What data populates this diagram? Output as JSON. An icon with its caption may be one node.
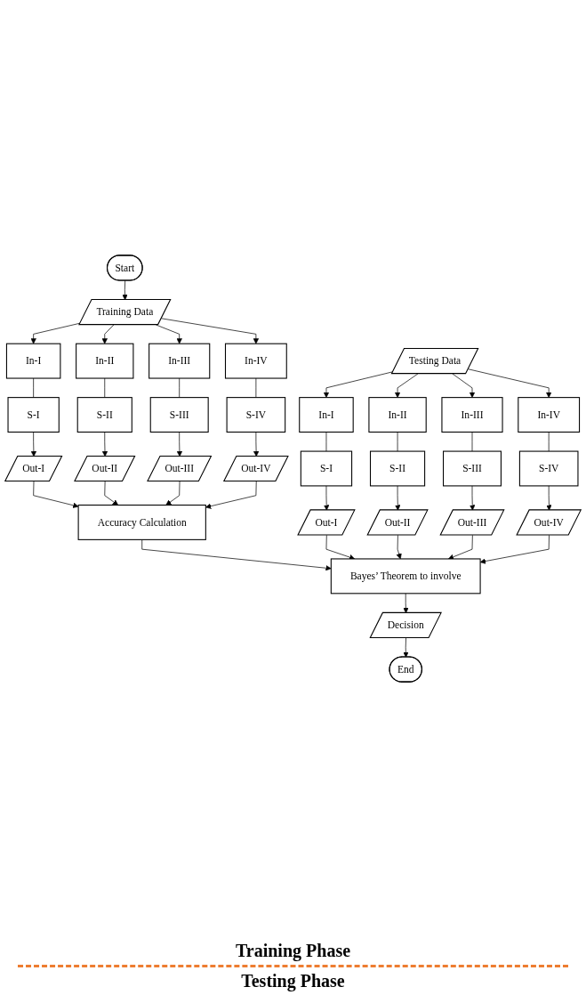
{
  "diagram": {
    "nodes": [
      {
        "text": [
          "Start"
        ]
      },
      {
        "text": [
          "Training Data"
        ]
      },
      {
        "text": [
          "In-I"
        ]
      },
      {
        "text": [
          "In-II"
        ]
      },
      {
        "text": [
          "In-III"
        ]
      },
      {
        "text": [
          "In-IV"
        ]
      },
      {
        "text": [
          "S-I"
        ]
      },
      {
        "text": [
          "S-II"
        ]
      },
      {
        "text": [
          "S-III"
        ]
      },
      {
        "text": [
          "S-IV"
        ]
      },
      {
        "text": [
          "Out-I"
        ]
      },
      {
        "text": [
          "Out-II"
        ]
      },
      {
        "text": [
          "Out-III"
        ]
      },
      {
        "text": [
          "Out-IV"
        ]
      },
      {
        "text": [
          "Accuracy Calculation"
        ]
      },
      {
        "text": [
          "Testing Data"
        ]
      },
      {
        "text": [
          "In-I"
        ]
      },
      {
        "text": [
          "S-I"
        ]
      },
      {
        "text": [
          "Out-I"
        ]
      },
      {
        "text": [
          "In-II"
        ]
      },
      {
        "text": [
          "S-II"
        ]
      },
      {
        "text": [
          "Out-II"
        ]
      },
      {
        "text": [
          "In-III"
        ]
      },
      {
        "text": [
          "S-III"
        ]
      },
      {
        "text": [
          "Out-III"
        ]
      },
      {
        "text": [
          "In-IV"
        ]
      },
      {
        "text": [
          "S-IV"
        ]
      },
      {
        "text": [
          "Out-IV"
        ]
      },
      {
        "text": [
          "Bayes’ Theorem to involve"
        ]
      },
      {
        "text": [
          "Decision"
        ]
      },
      {
        "text": [
          "End"
        ]
      }
    ],
    "edges": [
      {
        "from": 0,
        "to": 1,
        "arrow": "to"
      },
      {
        "from": 1,
        "to": 2,
        "arrow": "to"
      },
      {
        "from": 1,
        "to": 3,
        "arrow": "to"
      },
      {
        "from": 1,
        "to": 4,
        "arrow": "to"
      },
      {
        "from": 1,
        "to": 5,
        "arrow": "to"
      },
      {
        "from": 2,
        "to": 6,
        "arrow": "none"
      },
      {
        "from": 3,
        "to": 7,
        "arrow": "none"
      },
      {
        "from": 4,
        "to": 8,
        "arrow": "none"
      },
      {
        "from": 5,
        "to": 9,
        "arrow": "none"
      },
      {
        "from": 6,
        "to": 10,
        "arrow": "to"
      },
      {
        "from": 7,
        "to": 11,
        "arrow": "to"
      },
      {
        "from": 8,
        "to": 12,
        "arrow": "to"
      },
      {
        "from": 9,
        "to": 13,
        "arrow": "to"
      },
      {
        "from": 10,
        "to": 14,
        "arrow": "to"
      },
      {
        "from": 11,
        "to": 14,
        "arrow": "to"
      },
      {
        "from": 12,
        "to": 14,
        "arrow": "to"
      },
      {
        "from": 13,
        "to": 14,
        "arrow": "to"
      },
      {
        "from": 14,
        "to": 28,
        "arrow": "to"
      },
      {
        "from": 15,
        "to": 16,
        "arrow": "to"
      },
      {
        "from": 15,
        "to": 19,
        "arrow": "to"
      },
      {
        "from": 15,
        "to": 22,
        "arrow": "to"
      },
      {
        "from": 15,
        "to": 25,
        "arrow": "to"
      },
      {
        "from": 16,
        "to": 17,
        "arrow": "none"
      },
      {
        "from": 17,
        "to": 18,
        "arrow": "to"
      },
      {
        "from": 19,
        "to": 20,
        "arrow": "none"
      },
      {
        "from": 20,
        "to": 21,
        "arrow": "to"
      },
      {
        "from": 22,
        "to": 23,
        "arrow": "none"
      },
      {
        "from": 23,
        "to": 24,
        "arrow": "to"
      },
      {
        "from": 25,
        "to": 26,
        "arrow": "none"
      },
      {
        "from": 26,
        "to": 27,
        "arrow": "to"
      },
      {
        "from": 18,
        "to": 28,
        "arrow": "to"
      },
      {
        "from": 21,
        "to": 28,
        "arrow": "to"
      },
      {
        "from": 24,
        "to": 28,
        "arrow": "to"
      },
      {
        "from": 27,
        "to": 28,
        "arrow": "to"
      },
      {
        "from": 28,
        "to": 29,
        "arrow": "to"
      },
      {
        "from": 29,
        "to": 30,
        "arrow": "to"
      }
    ],
    "labels": [
      "Training Phase",
      "Testing Phase"
    ]
  }
}
